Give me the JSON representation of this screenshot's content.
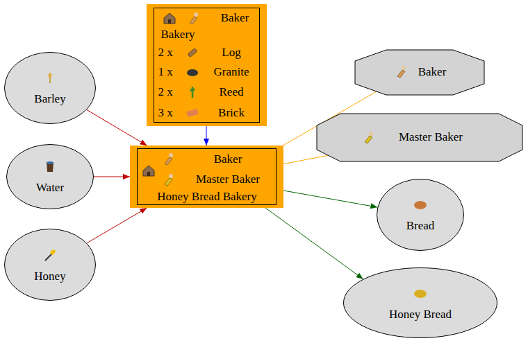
{
  "diagram": {
    "nodes": [
      {
        "text": [
          "Baker",
          "Bakery",
          "2 x",
          "Log",
          "1 x",
          "Granite",
          "2 x",
          "Reed",
          "3 x",
          "Brick"
        ]
      },
      {
        "text": [
          "Barley"
        ]
      },
      {
        "text": [
          "Water"
        ]
      },
      {
        "text": [
          "Honey"
        ]
      },
      {
        "text": [
          "Baker",
          "Master Baker",
          "Honey Bread Bakery"
        ]
      },
      {
        "text": [
          "Baker"
        ]
      },
      {
        "text": [
          "Master Baker"
        ]
      },
      {
        "text": [
          "Bread"
        ]
      },
      {
        "text": [
          "Honey Bread"
        ]
      }
    ],
    "edges": [
      {
        "from": 0,
        "to": 4,
        "arrow": "to"
      },
      {
        "from": 1,
        "to": 4,
        "arrow": "to"
      },
      {
        "from": 2,
        "to": 4,
        "arrow": "to"
      },
      {
        "from": 3,
        "to": 4,
        "arrow": "to"
      },
      {
        "from": 4,
        "to": 5,
        "arrow": "none"
      },
      {
        "from": 4,
        "to": 6,
        "arrow": "none"
      },
      {
        "from": 4,
        "to": 7,
        "arrow": "to"
      },
      {
        "from": 4,
        "to": 8,
        "arrow": "to"
      }
    ]
  }
}
